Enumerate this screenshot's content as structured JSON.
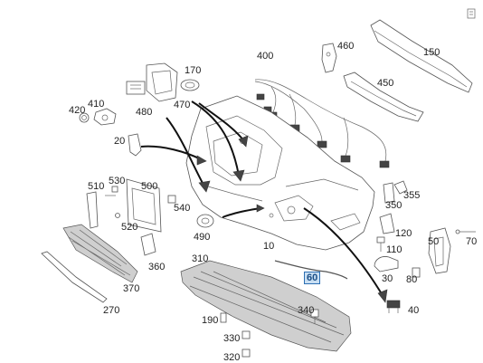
{
  "diagram": {
    "highlighted_part": "60",
    "callouts": [
      {
        "id": "c400",
        "text": "400"
      },
      {
        "id": "c460",
        "text": "460"
      },
      {
        "id": "c150",
        "text": "150"
      },
      {
        "id": "c170",
        "text": "170"
      },
      {
        "id": "c450",
        "text": "450"
      },
      {
        "id": "c410",
        "text": "410"
      },
      {
        "id": "c420",
        "text": "420"
      },
      {
        "id": "c480",
        "text": "480"
      },
      {
        "id": "c470",
        "text": "470"
      },
      {
        "id": "c20",
        "text": "20"
      },
      {
        "id": "c510",
        "text": "510"
      },
      {
        "id": "c530",
        "text": "530"
      },
      {
        "id": "c500",
        "text": "500"
      },
      {
        "id": "c355",
        "text": "355"
      },
      {
        "id": "c350",
        "text": "350"
      },
      {
        "id": "c520",
        "text": "520"
      },
      {
        "id": "c540",
        "text": "540"
      },
      {
        "id": "c120",
        "text": "120"
      },
      {
        "id": "c490",
        "text": "490"
      },
      {
        "id": "c50",
        "text": "50"
      },
      {
        "id": "c70",
        "text": "70"
      },
      {
        "id": "c10",
        "text": "10"
      },
      {
        "id": "c110",
        "text": "110"
      },
      {
        "id": "c360",
        "text": "360"
      },
      {
        "id": "c310",
        "text": "310"
      },
      {
        "id": "c30",
        "text": "30"
      },
      {
        "id": "c80",
        "text": "80"
      },
      {
        "id": "c60",
        "text": "60"
      },
      {
        "id": "c370",
        "text": "370"
      },
      {
        "id": "c270",
        "text": "270"
      },
      {
        "id": "c340",
        "text": "340"
      },
      {
        "id": "c40",
        "text": "40"
      },
      {
        "id": "c190",
        "text": "190"
      },
      {
        "id": "c330",
        "text": "330"
      },
      {
        "id": "c320",
        "text": "320"
      }
    ]
  }
}
